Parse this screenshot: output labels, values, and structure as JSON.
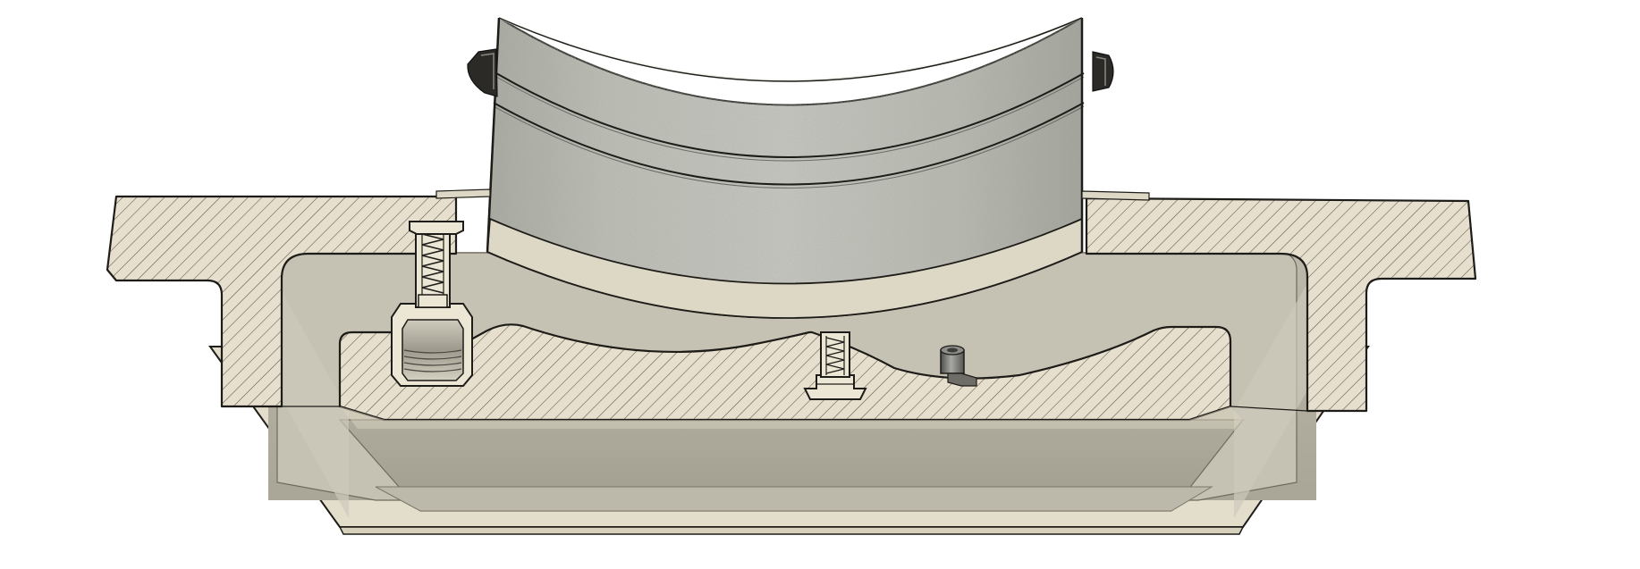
{
  "figure": {
    "kind": "cad-section-view",
    "hatch_style": "diagonal-45",
    "colors": {
      "background": "#ffffff",
      "section_fill": "#e6dfcd",
      "hatch": "#5c5648",
      "outline": "#1e1c18",
      "cavity_shadow": "#b5b1a2",
      "cavity_floor": "#a8a596",
      "inner_wall": "#cfcbbd",
      "pipe_concrete": "#b9bab2",
      "pipe_liner": "#ddd8c6",
      "fitting_dark": "#2b2a26",
      "nut_metal": "#7c7c78"
    },
    "parts": [
      {
        "name": "housing-flange",
        "visible": true
      },
      {
        "name": "concrete-pipe",
        "visible": true
      },
      {
        "name": "saddle-insert",
        "visible": true
      },
      {
        "name": "threaded-bolt-left",
        "visible": true
      },
      {
        "name": "threaded-bolt-center",
        "visible": true
      },
      {
        "name": "small-nut",
        "visible": true
      },
      {
        "name": "side-clips",
        "visible": true
      }
    ]
  }
}
